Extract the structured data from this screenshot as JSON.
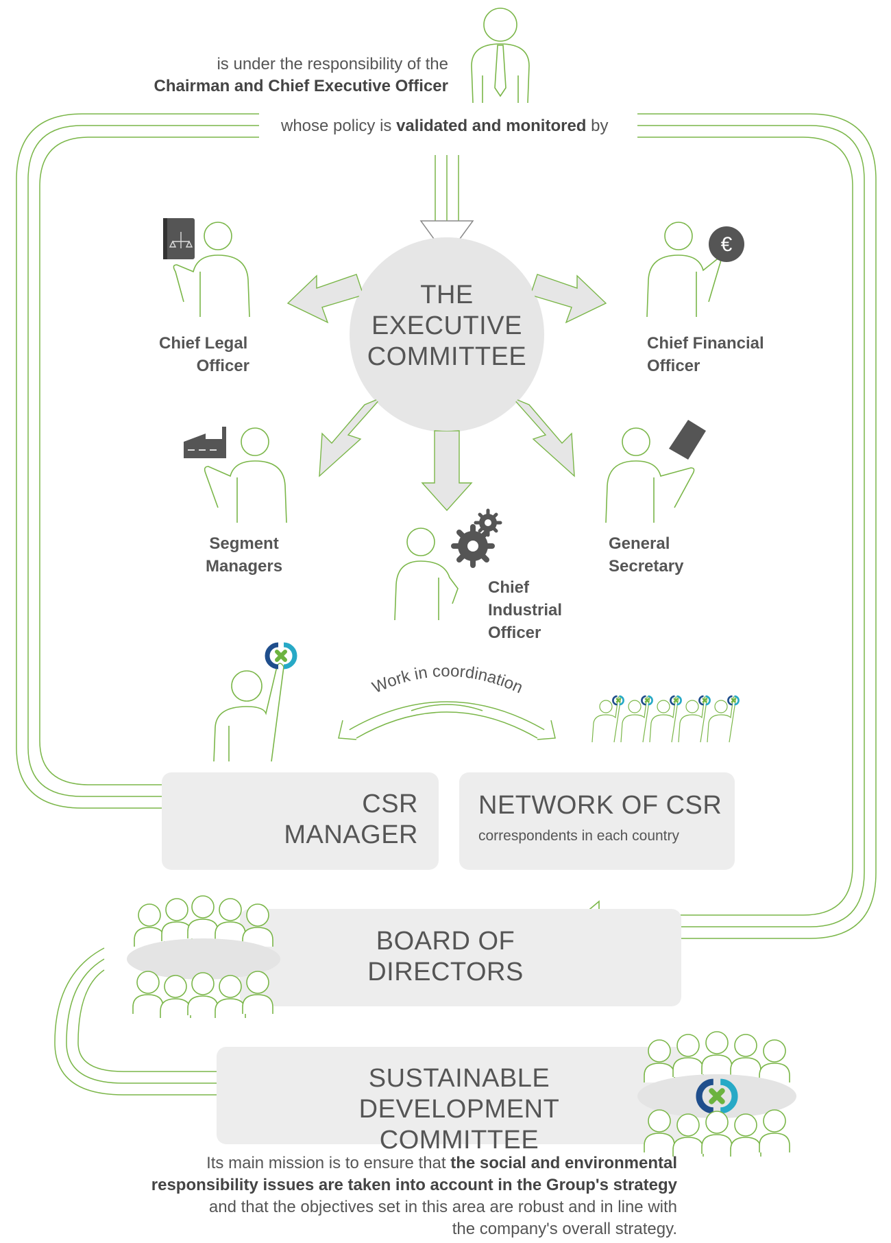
{
  "top": {
    "intro_line1": "is under the responsibility of the",
    "intro_line2": "Chairman and Chief Executive Officer",
    "policy_prefix": "whose policy is ",
    "policy_bold": "validated and monitored",
    "policy_suffix": " by"
  },
  "executive_committee": {
    "line1": "THE",
    "line2": "EXECUTIVE",
    "line3": "COMMITTEE"
  },
  "roles": {
    "chief_legal": {
      "line1": "Chief Legal",
      "line2": "Officer"
    },
    "chief_financial": {
      "line1": "Chief Financial",
      "line2": "Officer"
    },
    "segment_managers": {
      "line1": "Segment",
      "line2": "Managers"
    },
    "general_secretary": {
      "line1": "General",
      "line2": "Secretary"
    },
    "chief_industrial": {
      "line1": "Chief",
      "line2": "Industrial",
      "line3": "Officer"
    }
  },
  "coordination": {
    "label": "Work in coordination"
  },
  "csr_manager": {
    "line1": "CSR",
    "line2": "MANAGER"
  },
  "csr_network": {
    "title": "NETWORK OF CSR",
    "subtitle": "correspondents in each country"
  },
  "board": {
    "line1": "BOARD OF",
    "line2": "DIRECTORS"
  },
  "sustainable": {
    "line1": "SUSTAINABLE",
    "line2": "DEVELOPMENT COMMITTEE"
  },
  "mission": {
    "p1": "Its main mission is to ensure that ",
    "b1": "the social and environmental",
    "b2": "responsibility issues are taken into account in the Group's strategy",
    "p2": "and that the objectives set in this area are robust and in line with",
    "p3": "the company's overall strategy."
  },
  "icons": {
    "chairman": "standing-person-tie-icon",
    "chief_legal": "law-book-icon",
    "chief_financial": "euro-coin-icon",
    "segment_managers": "factory-icon",
    "general_secretary": "document-icon",
    "chief_industrial": "gears-icon",
    "csr_manager": "csr-logo-icon",
    "csr_network": "csr-logo-icon",
    "sustainable": "csr-logo-icon"
  },
  "colors": {
    "line_green": "#7ab648",
    "box_gray": "#ededed",
    "arrow_gray": "#e2e2e2",
    "text_gray": "#555555",
    "icon_dark": "#555555",
    "logo_blue": "#1f4e8c",
    "logo_teal": "#27a9c6",
    "logo_green": "#6cb33f"
  }
}
